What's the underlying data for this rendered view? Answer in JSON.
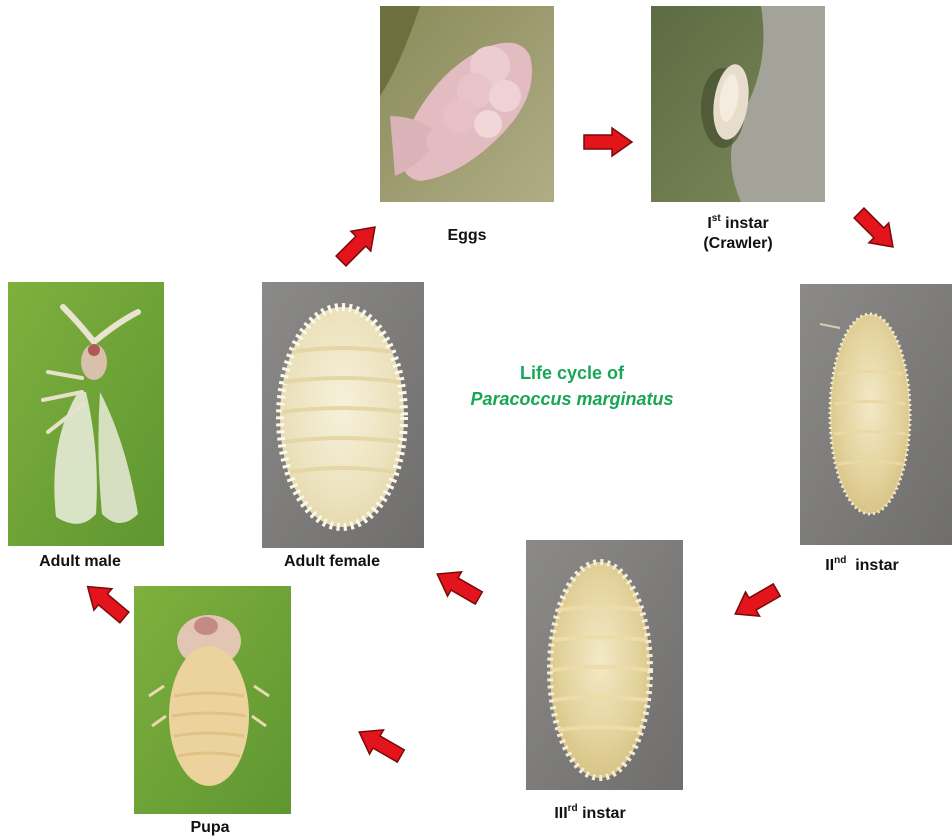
{
  "title": {
    "line1": "Life cycle of",
    "line2": "Paracoccus marginatus"
  },
  "stages": {
    "eggs": {
      "label": "Eggs"
    },
    "crawler": {
      "roman": "I",
      "sup": "st",
      "rest": " instar",
      "line2": "(Crawler)"
    },
    "second": {
      "roman": "II",
      "sup": "nd",
      "rest": "  instar"
    },
    "third": {
      "roman": "III",
      "sup": "rd",
      "rest": " instar"
    },
    "pupa": {
      "label": "Pupa"
    },
    "adult_female": {
      "label": "Adult female"
    },
    "adult_male": {
      "label": "Adult male"
    }
  },
  "colors": {
    "title": "#1aa657",
    "arrow": "#e3141c",
    "arrow_outline": "#7a0a0a"
  }
}
